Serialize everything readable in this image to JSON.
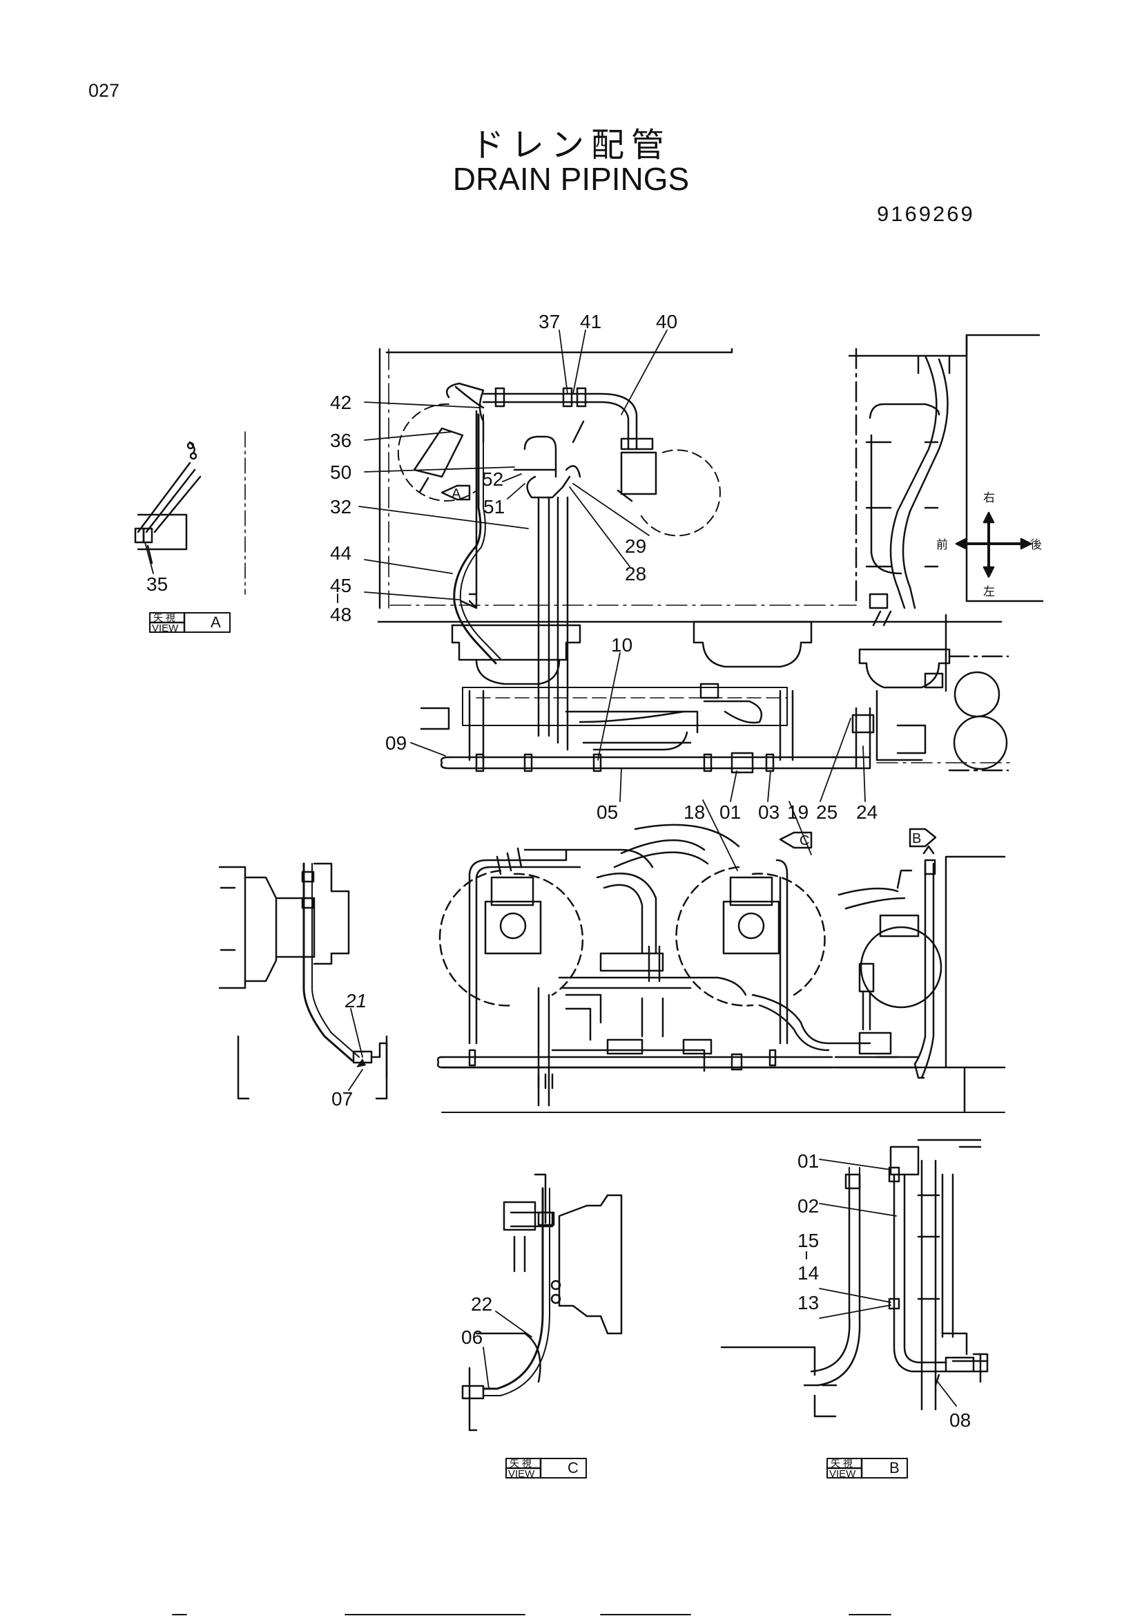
{
  "page_number": "027",
  "title_jp": "ドレン配管",
  "title_en": "DRAIN PIPINGS",
  "doc_number": "9169269",
  "direction": {
    "right": "右",
    "left": "左",
    "front": "前",
    "rear": "後"
  },
  "view_marks": {
    "a": "A",
    "b": "B",
    "c": "C"
  },
  "views": [
    {
      "jp": "矢 視",
      "en": "VIEW",
      "letter": "A"
    },
    {
      "jp": "矢 視",
      "en": "VIEW",
      "letter": "C"
    },
    {
      "jp": "矢 視",
      "en": "VIEW",
      "letter": "B"
    }
  ],
  "callouts": {
    "c37": "37",
    "c41": "41",
    "c40": "40",
    "c42": "42",
    "c36": "36",
    "c50": "50",
    "c52": "52",
    "c51": "51",
    "c32": "32",
    "c29": "29",
    "c28": "28",
    "c44": "44",
    "c45": "45",
    "c48": "48",
    "c35": "35",
    "c10": "10",
    "c09": "09",
    "c05": "05",
    "c18": "18",
    "c01": "01",
    "c03": "03",
    "c19": "19",
    "c25": "25",
    "c24": "24",
    "c21": "21",
    "c07": "07",
    "c22": "22",
    "c06": "06",
    "b01": "01",
    "b02": "02",
    "b15": "15",
    "b14": "14",
    "b13": "13",
    "b08": "08"
  }
}
